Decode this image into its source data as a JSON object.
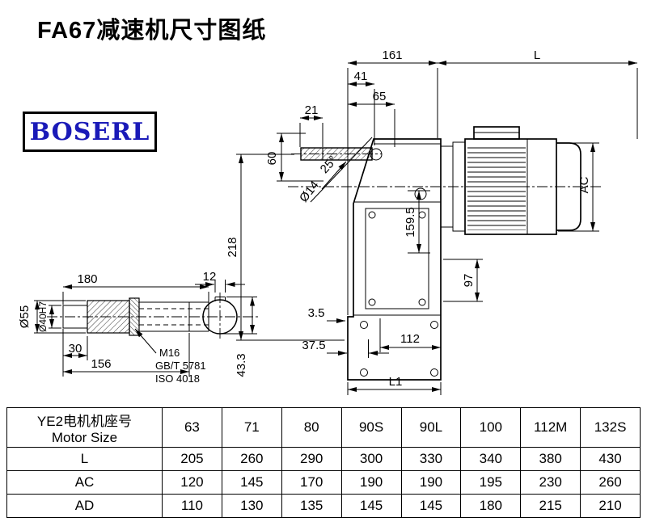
{
  "title": "FA67减速机尺寸图纸",
  "logo": {
    "text": "BOSERL",
    "color": "#1a1ab8"
  },
  "dims": {
    "d161": "161",
    "L": "L",
    "d41": "41",
    "d65": "65",
    "d21": "21",
    "d60": "60",
    "dia14": "Ø14",
    "ang25": "25°",
    "d218": "218",
    "d159_5": "159.5",
    "AC": "AC",
    "d97": "97",
    "d3_5": "3.5",
    "d37_5": "37.5",
    "d112": "112",
    "L1": "L1",
    "d180": "180",
    "dia55": "Ø55",
    "dia40": "Ø40H7",
    "d30": "30",
    "d156": "156",
    "m16": "M16",
    "gb": "GB/T 5781",
    "iso": "ISO 4018",
    "d12": "12",
    "d43_3": "43.3"
  },
  "table": {
    "header_cn": "YE2电机机座号",
    "header_en": "Motor Size",
    "columns": [
      "63",
      "71",
      "80",
      "90S",
      "90L",
      "100",
      "112M",
      "132S"
    ],
    "rows": [
      {
        "label": "L",
        "values": [
          "205",
          "260",
          "290",
          "300",
          "330",
          "340",
          "380",
          "430"
        ]
      },
      {
        "label": "AC",
        "values": [
          "120",
          "145",
          "170",
          "190",
          "190",
          "195",
          "230",
          "260"
        ]
      },
      {
        "label": "AD",
        "values": [
          "110",
          "130",
          "135",
          "145",
          "145",
          "180",
          "215",
          "210"
        ]
      }
    ]
  }
}
